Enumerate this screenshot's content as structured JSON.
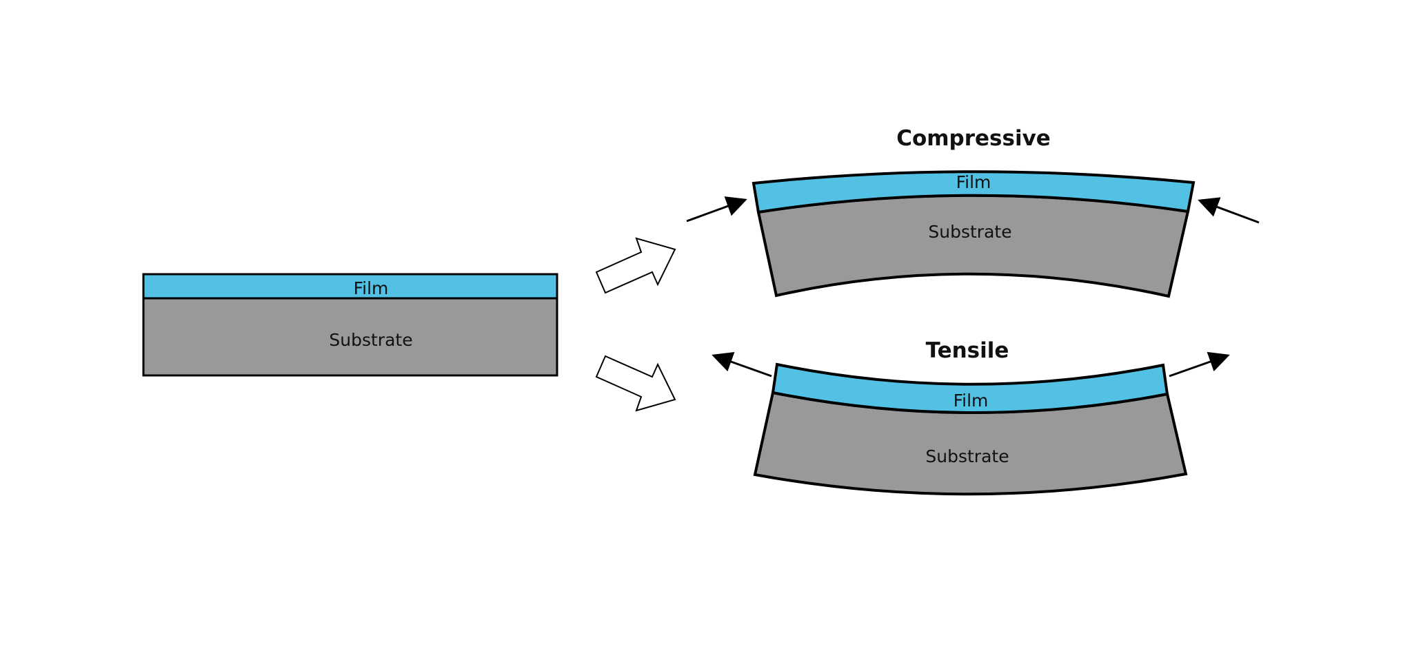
{
  "colors": {
    "film": "#52c1e3",
    "substrate": "#999999",
    "outline": "#000000",
    "arrow_fill": "#ffffff"
  },
  "original": {
    "film_label": "Film",
    "substrate_label": "Substrate"
  },
  "compressive": {
    "heading": "Compressive",
    "film_label": "Film",
    "substrate_label": "Substrate"
  },
  "tensile": {
    "heading": "Tensile",
    "film_label": "Film",
    "substrate_label": "Substrate"
  }
}
